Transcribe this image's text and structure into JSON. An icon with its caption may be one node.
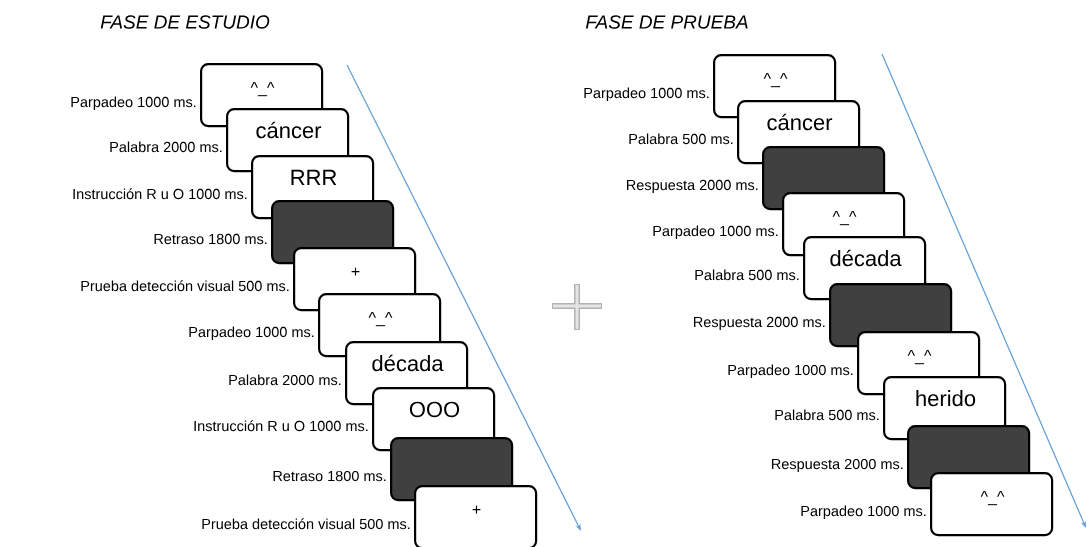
{
  "diagram": {
    "nodes": [
      {
        "text": [
          "^_^"
        ],
        "beside": [
          "Parpadeo 1000 ms."
        ]
      },
      {
        "text": [
          "cáncer"
        ],
        "beside": [
          "Palabra  2000 ms."
        ]
      },
      {
        "text": [
          "RRR"
        ],
        "beside": [
          "Instrucción R u O 1000 ms."
        ]
      },
      {
        "text": [],
        "shape": "box",
        "beside": [
          "Retraso 1800 ms."
        ]
      },
      {
        "text": [
          "+"
        ],
        "beside": [
          "Prueba detección visual 500 ms."
        ]
      },
      {
        "text": [
          "^_^"
        ],
        "beside": [
          "Parpadeo 1000 ms."
        ]
      },
      {
        "text": [
          "década"
        ],
        "beside": [
          "Palabra 2000 ms."
        ]
      },
      {
        "text": [
          "OOO"
        ],
        "beside": [
          "Instrucción R u O 1000 ms."
        ]
      },
      {
        "text": [],
        "shape": "box",
        "beside": [
          "Retraso 1800 ms."
        ]
      },
      {
        "text": [
          "+"
        ],
        "beside": [
          "Prueba detección visual 500 ms."
        ]
      },
      {
        "text": [
          "^_^"
        ],
        "beside": [
          "Parpadeo 1000 ms."
        ]
      },
      {
        "text": [
          "cáncer"
        ],
        "beside": [
          "Palabra 500 ms."
        ]
      },
      {
        "text": [],
        "shape": "box",
        "beside": [
          "Respuesta 2000 ms."
        ]
      },
      {
        "text": [
          "^_^"
        ],
        "beside": [
          "Parpadeo 1000 ms."
        ]
      },
      {
        "text": [
          "década"
        ],
        "beside": [
          "Palabra 500 ms."
        ]
      },
      {
        "text": [],
        "shape": "box",
        "beside": [
          "Respuesta 2000 ms."
        ]
      },
      {
        "text": [
          "^_^"
        ],
        "beside": [
          "Parpadeo 1000 ms."
        ]
      },
      {
        "text": [
          "herido"
        ],
        "beside": [
          "Palabra 500 ms."
        ]
      },
      {
        "text": [],
        "shape": "box",
        "beside": [
          "Respuesta 2000 ms."
        ]
      },
      {
        "text": [
          "^_^"
        ],
        "beside": [
          "Parpadeo 1000 ms."
        ]
      }
    ],
    "labels": [
      "FASE DE ESTUDIO",
      "FASE DE PRUEBA"
    ]
  }
}
